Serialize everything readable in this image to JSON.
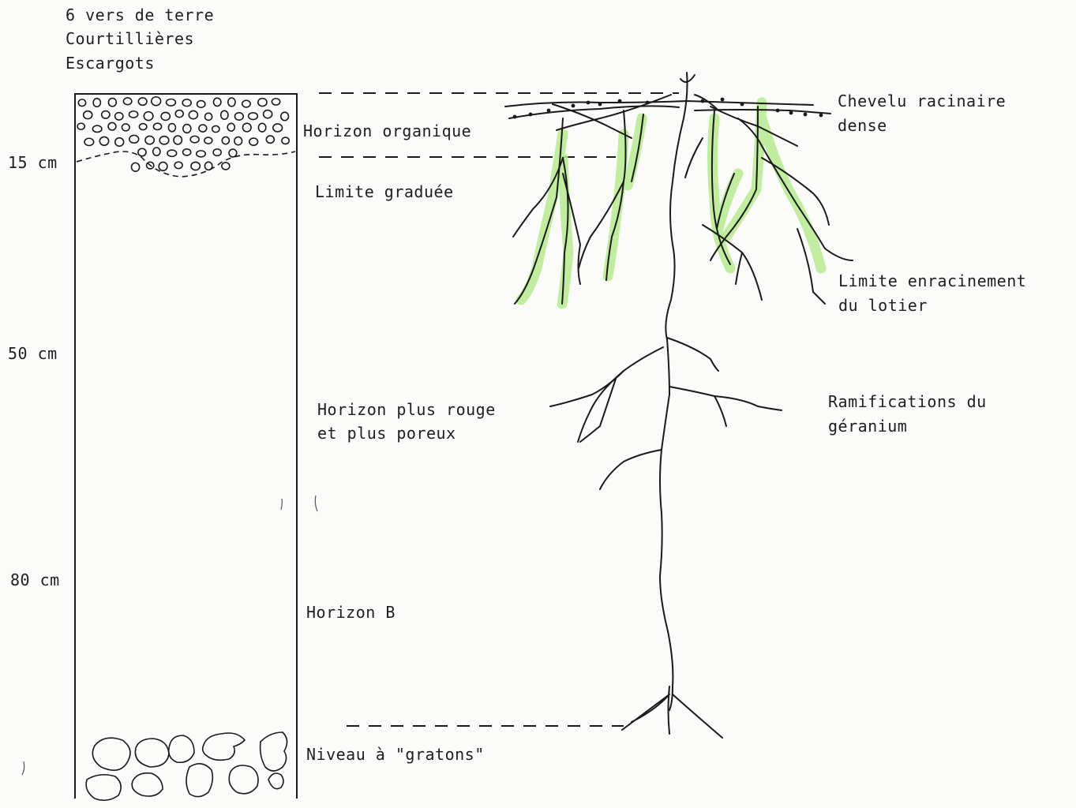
{
  "fauna": [
    "6 vers de terre",
    "Courtillières",
    "Escargots"
  ],
  "depths": [
    "15 cm",
    "50 cm",
    "80 cm"
  ],
  "horizons": {
    "organic": "Horizon organique",
    "graded_limit": "Limite graduée",
    "red_porous": [
      "Horizon plus rouge",
      "et plus poreux"
    ],
    "b": "Horizon B",
    "gravel": "Niveau à \"gratons\""
  },
  "roots": {
    "dense": [
      "Chevelu racinaire",
      "dense"
    ],
    "lotier_limit": [
      "Limite enracinement",
      "du lotier"
    ],
    "geranium": [
      "Ramifications du",
      "géranium"
    ]
  },
  "colors": {
    "ink": "#1a1a1a",
    "highlight": "#b7eb8f",
    "paper": "#fbfbfa"
  }
}
